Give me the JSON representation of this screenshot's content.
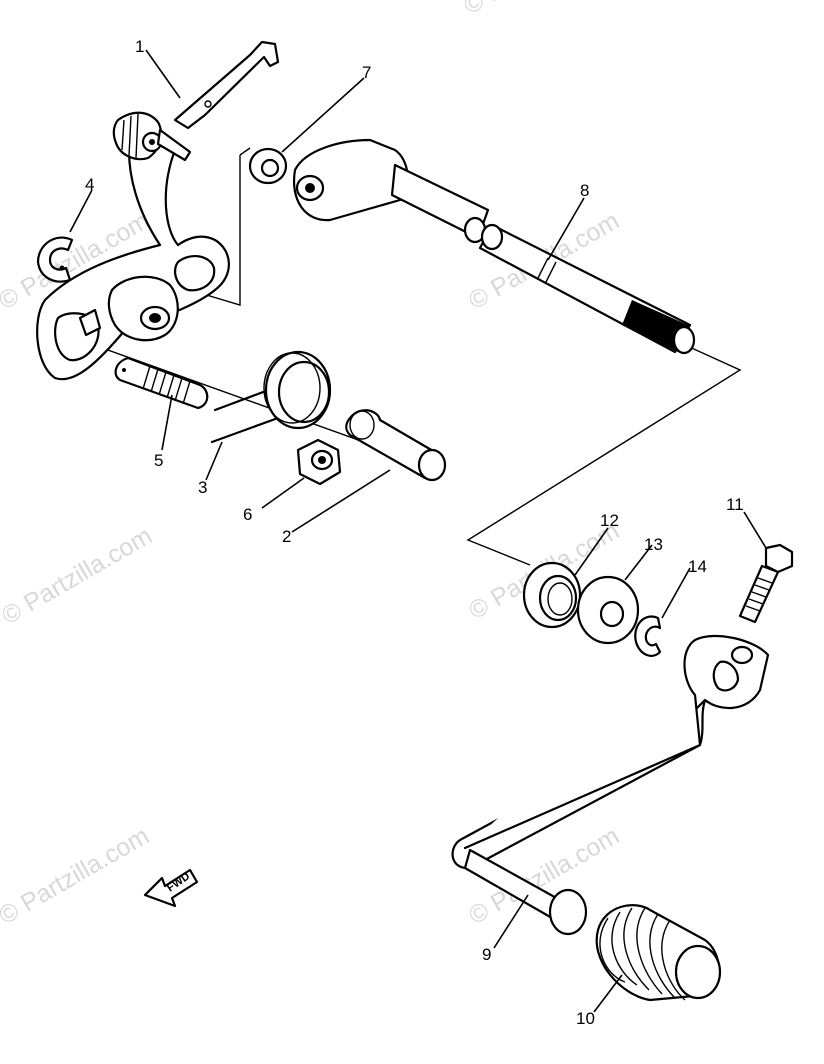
{
  "watermark": {
    "text": "© Partzilla.com",
    "color": "#d8d8d8"
  },
  "direction_badge": {
    "label": "FWD",
    "icon": "forward-arrow-icon"
  },
  "callouts": [
    {
      "number": "1",
      "part": "shift-lever-plate"
    },
    {
      "number": "2",
      "part": "pin-shaft"
    },
    {
      "number": "3",
      "part": "pin"
    },
    {
      "number": "4",
      "part": "circlip"
    },
    {
      "number": "5",
      "part": "threaded-pin"
    },
    {
      "number": "6",
      "part": "nut"
    },
    {
      "number": "7",
      "part": "washer"
    },
    {
      "number": "8",
      "part": "shift-shaft"
    },
    {
      "number": "9",
      "part": "shift-pedal"
    },
    {
      "number": "10",
      "part": "pedal-rubber"
    },
    {
      "number": "11",
      "part": "bolt"
    },
    {
      "number": "12",
      "part": "oil-seal"
    },
    {
      "number": "13",
      "part": "plain-washer"
    },
    {
      "number": "14",
      "part": "circlip"
    }
  ]
}
